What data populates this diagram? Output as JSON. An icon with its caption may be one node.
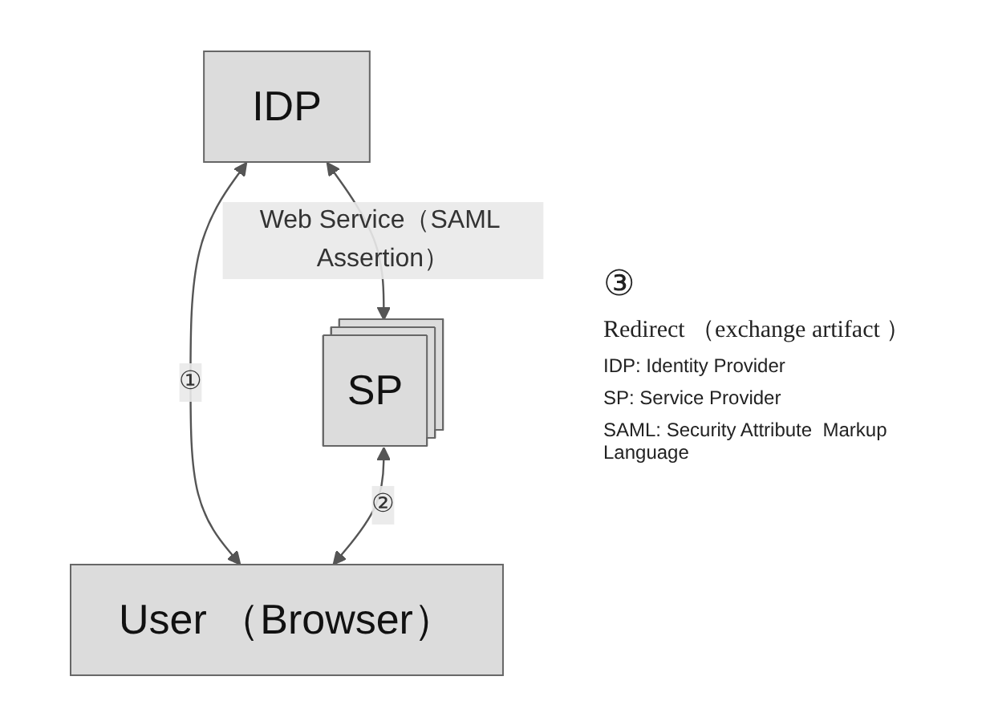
{
  "diagram": {
    "nodes": [
      {
        "text": [
          "IDP"
        ]
      },
      {
        "text": [
          "SP"
        ]
      },
      {
        "text": [
          "User （Browser）"
        ]
      }
    ],
    "edges": [
      {
        "from": 0,
        "to": 1,
        "arrow": "both",
        "label": "Web Service（SAML Assertion）"
      },
      {
        "from": 0,
        "to": 2,
        "arrow": "both",
        "label": "①"
      },
      {
        "from": 1,
        "to": 2,
        "arrow": "both",
        "label": "②"
      }
    ],
    "labels": [
      "③",
      "Redirect （exchange artifact ）",
      "IDP: Identity Provider",
      "SP: Service Provider",
      "SAML: Security Attribute  Markup Language"
    ]
  }
}
